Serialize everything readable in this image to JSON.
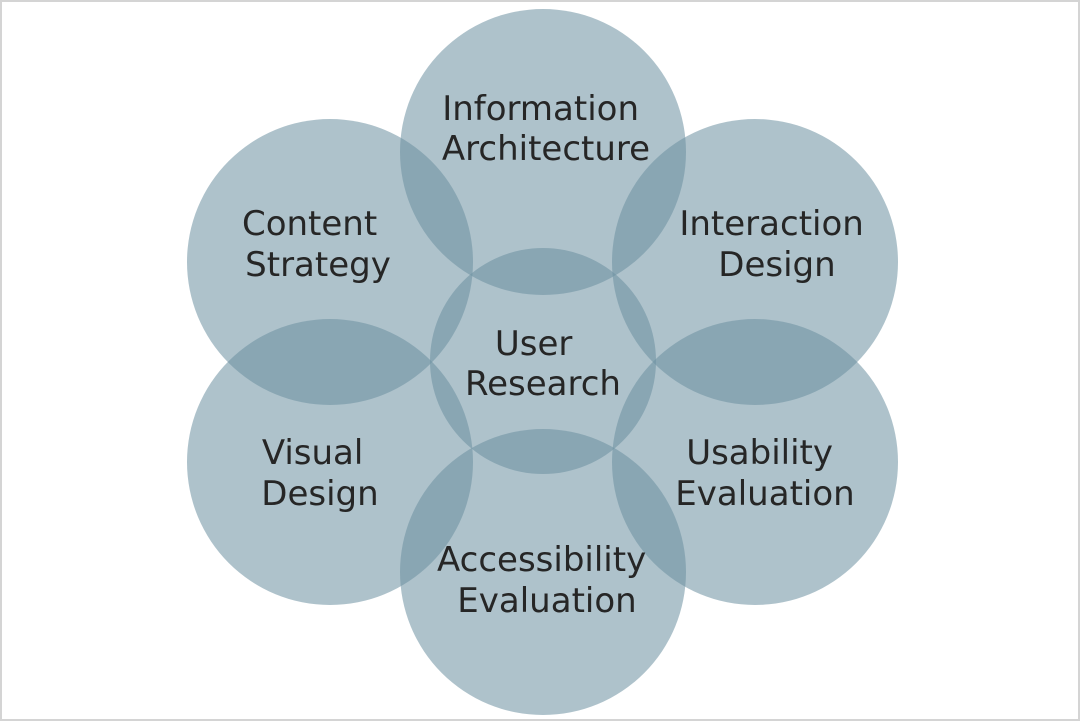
{
  "colors": {
    "circle_fill": "#6b8fa0",
    "text": "#262626",
    "border": "#d4d4d4"
  },
  "center": {
    "line1": "User",
    "line2": "Research"
  },
  "petals": {
    "information_architecture": {
      "line1": "Information",
      "line2": "Architecture"
    },
    "interaction_design": {
      "line1": "Interaction",
      "line2": "Design"
    },
    "usability_evaluation": {
      "line1": "Usability",
      "line2": "Evaluation"
    },
    "accessibility_evaluation": {
      "line1": "Accessibility",
      "line2": "Evaluation"
    },
    "visual_design": {
      "line1": "Visual",
      "line2": "Design"
    },
    "content_strategy": {
      "line1": "Content",
      "line2": "Strategy"
    }
  }
}
